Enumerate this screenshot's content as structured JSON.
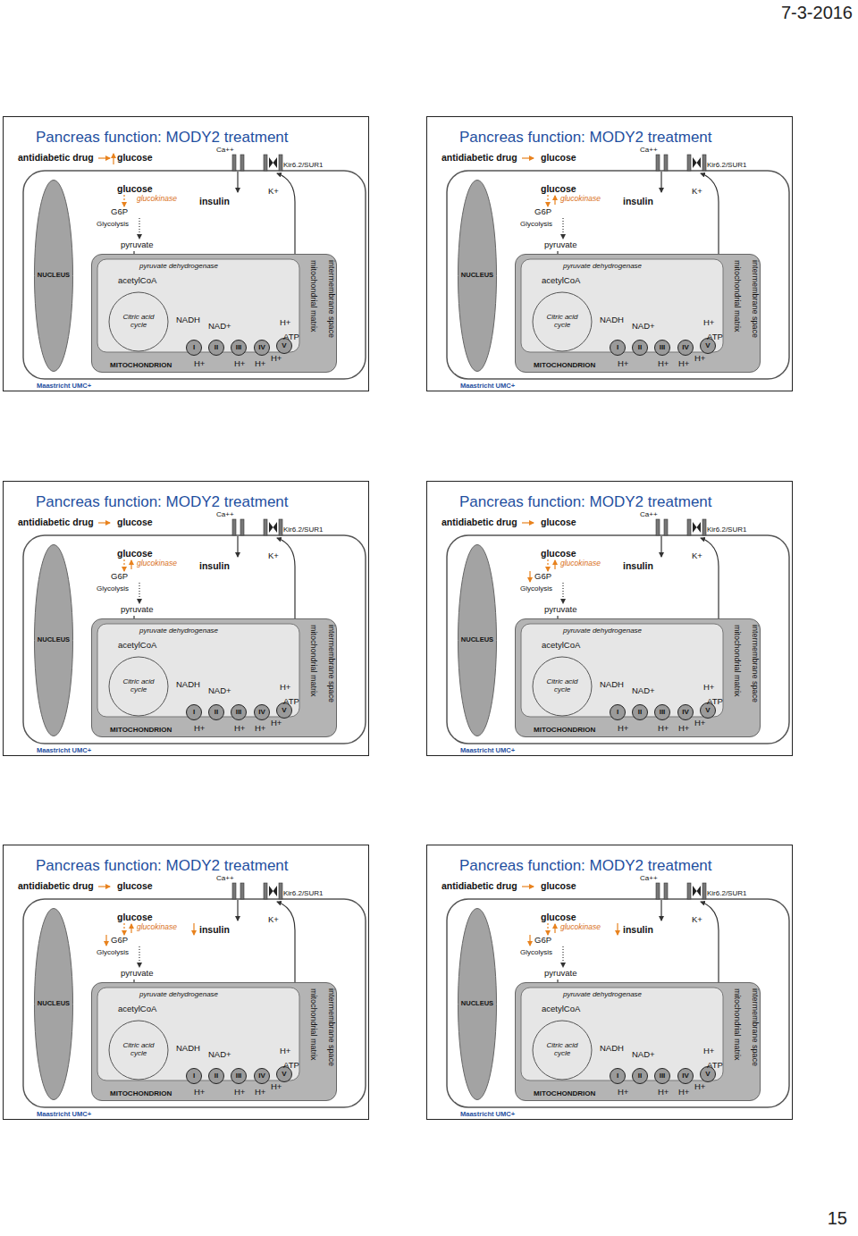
{
  "diagram": {
    "nodes": [
      {
        "text": [
          "Pancreas function: MODY2 treatment"
        ]
      },
      {
        "text": [
          "NUCLEUS"
        ],
        "in": 0
      },
      {
        "text": [
          "MITOCHONDRION"
        ],
        "in": 0
      },
      {
        "text": [
          "Citric acid cycle"
        ],
        "in": 2
      },
      {
        "text": [
          "I"
        ],
        "in": 2
      },
      {
        "text": [
          "II"
        ],
        "in": 2
      },
      {
        "text": [
          "III"
        ],
        "in": 2
      },
      {
        "text": [
          "IV"
        ],
        "in": 2
      },
      {
        "text": [
          "V"
        ],
        "in": 2
      },
      {
        "text": [
          "Pancreas function: MODY2 treatment"
        ]
      },
      {
        "text": [
          "NUCLEUS"
        ],
        "in": 9
      },
      {
        "text": [
          "MITOCHONDRION"
        ],
        "in": 9
      },
      {
        "text": [
          "Citric acid cycle"
        ],
        "in": 11
      },
      {
        "text": [
          "I"
        ],
        "in": 11
      },
      {
        "text": [
          "II"
        ],
        "in": 11
      },
      {
        "text": [
          "III"
        ],
        "in": 11
      },
      {
        "text": [
          "IV"
        ],
        "in": 11
      },
      {
        "text": [
          "V"
        ],
        "in": 11
      },
      {
        "text": [
          "Pancreas function: MODY2 treatment"
        ]
      },
      {
        "text": [
          "NUCLEUS"
        ],
        "in": 18
      },
      {
        "text": [
          "MITOCHONDRION"
        ],
        "in": 18
      },
      {
        "text": [
          "Citric acid cycle"
        ],
        "in": 20
      },
      {
        "text": [
          "I"
        ],
        "in": 20
      },
      {
        "text": [
          "II"
        ],
        "in": 20
      },
      {
        "text": [
          "III"
        ],
        "in": 20
      },
      {
        "text": [
          "IV"
        ],
        "in": 20
      },
      {
        "text": [
          "V"
        ],
        "in": 20
      },
      {
        "text": [
          "Pancreas function: MODY2 treatment"
        ]
      },
      {
        "text": [
          "NUCLEUS"
        ],
        "in": 27
      },
      {
        "text": [
          "MITOCHONDRION"
        ],
        "in": 27
      },
      {
        "text": [
          "Citric acid cycle"
        ],
        "in": 29
      },
      {
        "text": [
          "I"
        ],
        "in": 29
      },
      {
        "text": [
          "II"
        ],
        "in": 29
      },
      {
        "text": [
          "III"
        ],
        "in": 29
      },
      {
        "text": [
          "IV"
        ],
        "in": 29
      },
      {
        "text": [
          "V"
        ],
        "in": 29
      },
      {
        "text": [
          "Pancreas function: MODY2 treatment"
        ]
      },
      {
        "text": [
          "NUCLEUS"
        ],
        "in": 36
      },
      {
        "text": [
          "MITOCHONDRION"
        ],
        "in": 36
      },
      {
        "text": [
          "Citric acid cycle"
        ],
        "in": 38
      },
      {
        "text": [
          "I"
        ],
        "in": 38
      },
      {
        "text": [
          "II"
        ],
        "in": 38
      },
      {
        "text": [
          "III"
        ],
        "in": 38
      },
      {
        "text": [
          "IV"
        ],
        "in": 38
      },
      {
        "text": [
          "V"
        ],
        "in": 38
      },
      {
        "text": [
          "Pancreas function: MODY2 treatment"
        ]
      },
      {
        "text": [
          "NUCLEUS"
        ],
        "in": 45
      },
      {
        "text": [
          "MITOCHONDRION"
        ],
        "in": 45
      },
      {
        "text": [
          "Citric acid cycle"
        ],
        "in": 47
      },
      {
        "text": [
          "I"
        ],
        "in": 47
      },
      {
        "text": [
          "II"
        ],
        "in": 47
      },
      {
        "text": [
          "III"
        ],
        "in": 47
      },
      {
        "text": [
          "IV"
        ],
        "in": 47
      },
      {
        "text": [
          "V"
        ],
        "in": 47
      }
    ],
    "labels": [
      "7-3-2016",
      "antidiabetic drug",
      "glucose",
      "Ca++",
      "Kir6.2/SUR1",
      "glucose",
      "glucokinase",
      "G6P",
      "Glycolysis",
      "insulin",
      "K+",
      "pyruvate",
      "pyruvate dehydrogenase",
      "acetylCoA",
      "NADH",
      "NAD+",
      "H+",
      "ATP",
      "H+",
      "H+",
      "H+",
      "H+",
      "mitochondrial matrix",
      "intermembrane space",
      "Maastricht UMC+",
      "antidiabetic drug",
      "glucose",
      "Ca++",
      "Kir6.2/SUR1",
      "glucose",
      "glucokinase",
      "G6P",
      "Glycolysis",
      "insulin",
      "K+",
      "pyruvate",
      "pyruvate dehydrogenase",
      "acetylCoA",
      "NADH",
      "NAD+",
      "H+",
      "ATP",
      "H+",
      "H+",
      "H+",
      "H+",
      "mitochondrial matrix",
      "intermembrane space",
      "Maastricht UMC+",
      "antidiabetic drug",
      "glucose",
      "Ca++",
      "Kir6.2/SUR1",
      "glucose",
      "glucokinase",
      "G6P",
      "Glycolysis",
      "insulin",
      "K+",
      "pyruvate",
      "pyruvate dehydrogenase",
      "acetylCoA",
      "NADH",
      "NAD+",
      "H+",
      "ATP",
      "H+",
      "H+",
      "H+",
      "H+",
      "mitochondrial matrix",
      "intermembrane space",
      "Maastricht UMC+",
      "antidiabetic drug",
      "glucose",
      "Ca++",
      "Kir6.2/SUR1",
      "glucose",
      "glucokinase",
      "G6P",
      "Glycolysis",
      "insulin",
      "K+",
      "pyruvate",
      "pyruvate dehydrogenase",
      "acetylCoA",
      "NADH",
      "NAD+",
      "H+",
      "ATP",
      "H+",
      "H+",
      "H+",
      "H+",
      "mitochondrial matrix",
      "intermembrane space",
      "Maastricht UMC+",
      "antidiabetic drug",
      "glucose",
      "Ca++",
      "Kir6.2/SUR1",
      "glucose",
      "glucokinase",
      "G6P",
      "Glycolysis",
      "insulin",
      "K+",
      "pyruvate",
      "pyruvate dehydrogenase",
      "acetylCoA",
      "NADH",
      "NAD+",
      "H+",
      "ATP",
      "H+",
      "H+",
      "H+",
      "H+",
      "mitochondrial matrix",
      "intermembrane space",
      "Maastricht UMC+",
      "antidiabetic drug",
      "glucose",
      "Ca++",
      "Kir6.2/SUR1",
      "glucose",
      "glucokinase",
      "G6P",
      "Glycolysis",
      "insulin",
      "K+",
      "pyruvate",
      "pyruvate dehydrogenase",
      "acetylCoA",
      "NADH",
      "NAD+",
      "H+",
      "ATP",
      "H+",
      "H+",
      "H+",
      "H+",
      "mitochondrial matrix",
      "intermembrane space",
      "Maastricht UMC+",
      "15"
    ]
  }
}
